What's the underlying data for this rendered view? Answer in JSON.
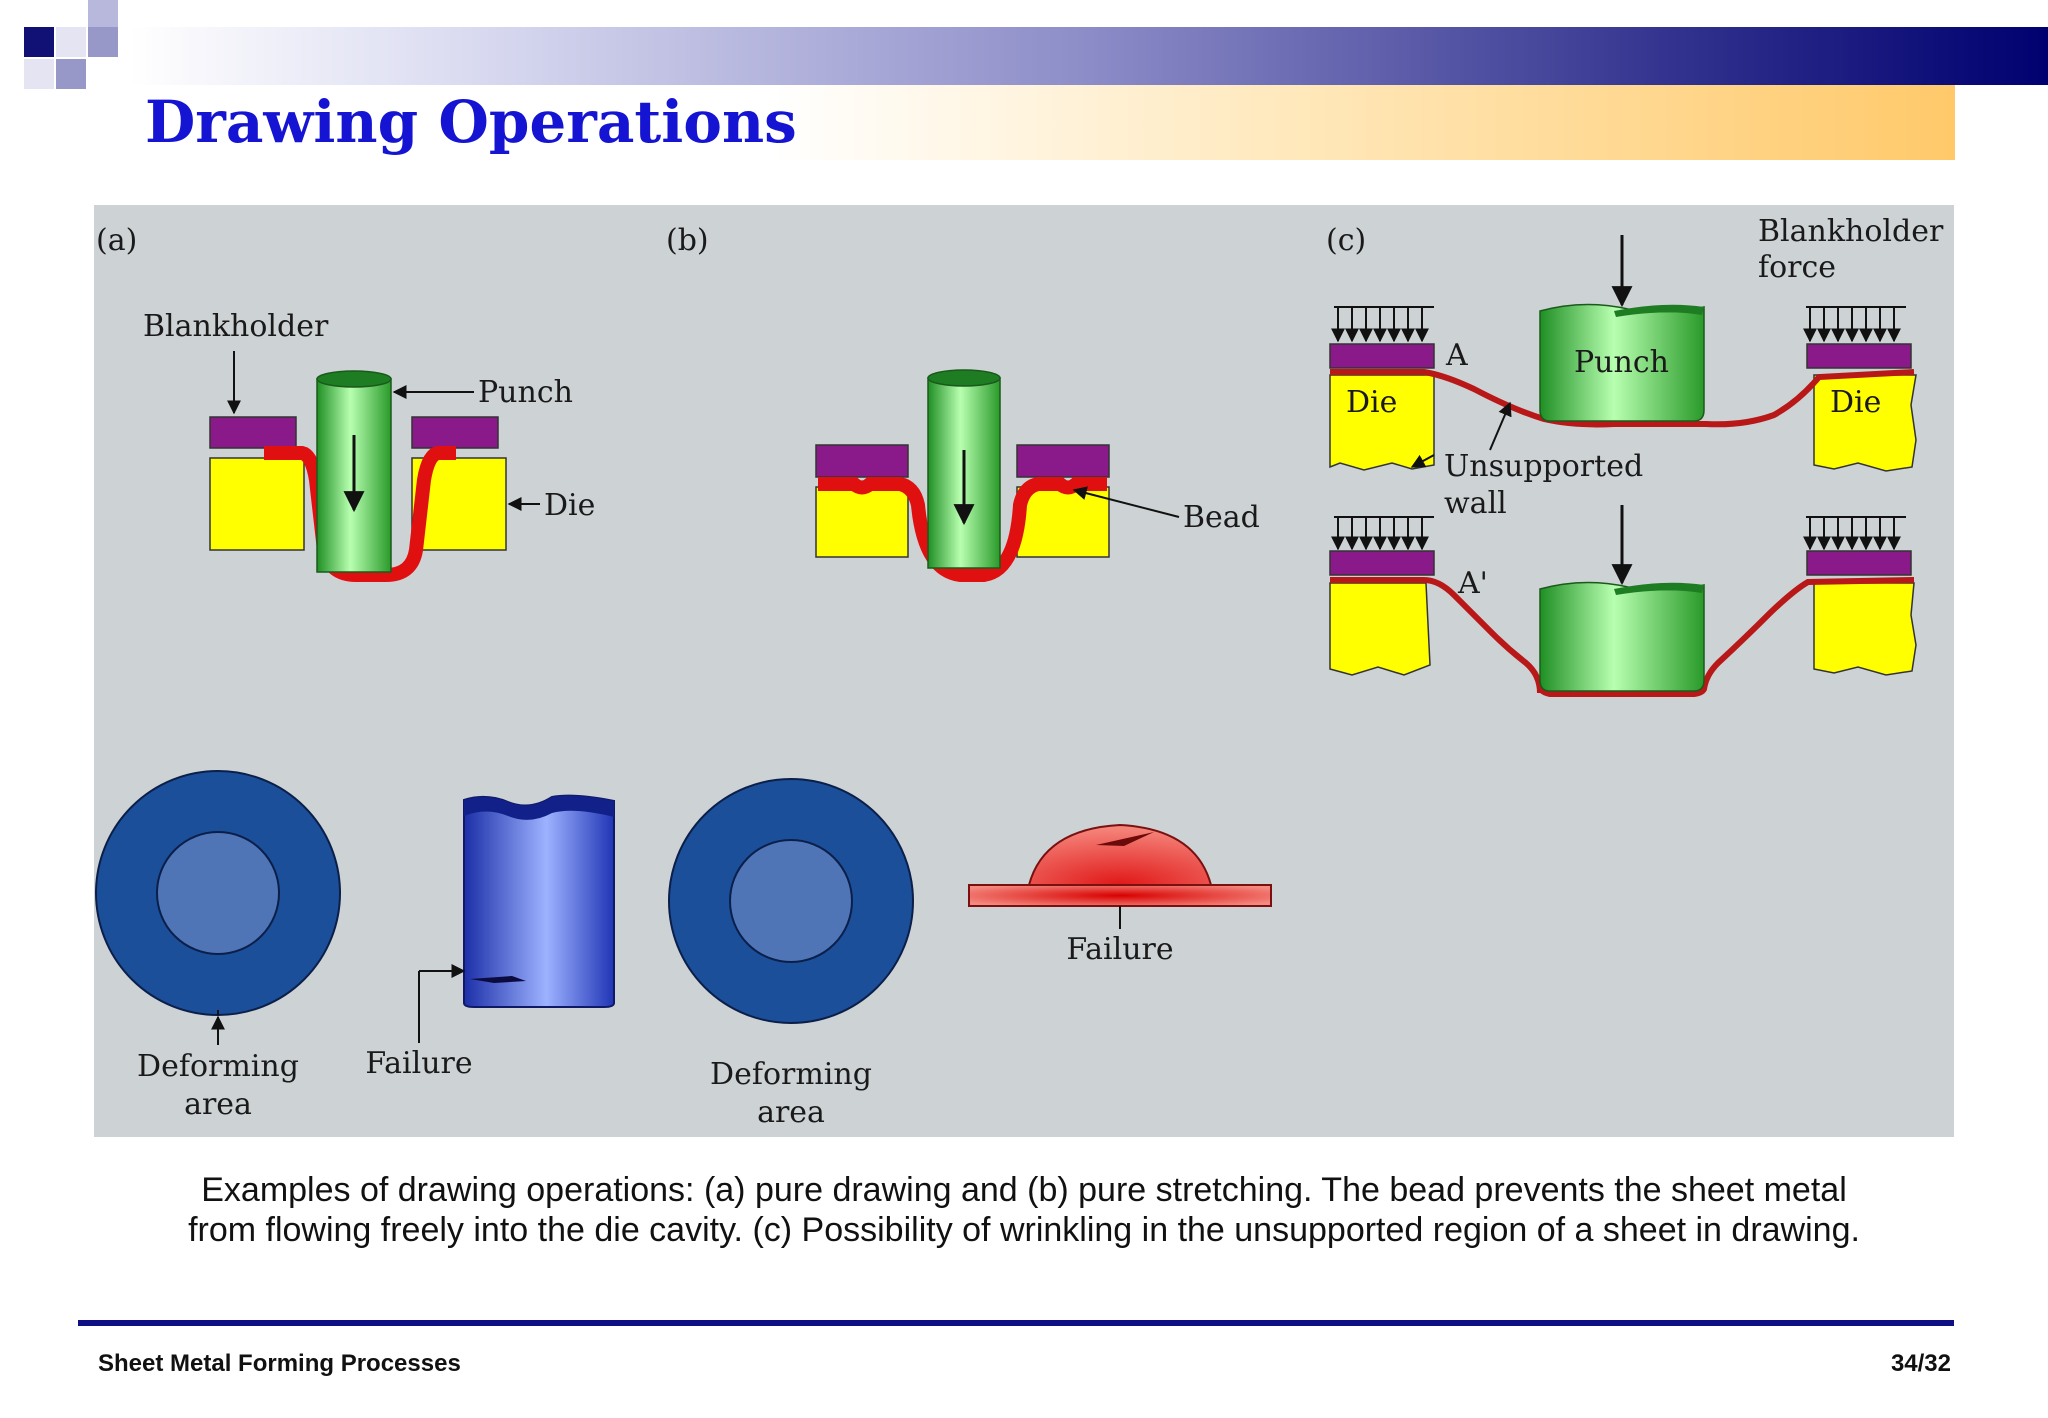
{
  "slide": {
    "title": "Drawing Operations",
    "caption_line1": "Examples of drawing operations: (a) pure drawing and (b) pure stretching. The bead prevents the sheet metal",
    "caption_line2": "from flowing freely into the die cavity. (c) Possibility of wrinkling in the unsupported region of a sheet in  drawing.",
    "footer_left": "Sheet Metal Forming Processes",
    "footer_right": "34/32"
  },
  "figure": {
    "panel_a": {
      "tag": "(a)",
      "blankholder": "Blankholder",
      "punch": "Punch",
      "die": "Die",
      "deforming_line1": "Deforming",
      "deforming_line2": "area",
      "failure": "Failure"
    },
    "panel_b": {
      "tag": "(b)",
      "bead": "Bead",
      "deforming_line1": "Deforming",
      "deforming_line2": "area",
      "failure": "Failure"
    },
    "panel_c": {
      "tag": "(c)",
      "force_line1": "Blankholder",
      "force_line2": "force",
      "point_a": "A",
      "point_a_prime": "A'",
      "punch": "Punch",
      "die_left": "Die",
      "die_right": "Die",
      "wall_line1": "Unsupported",
      "wall_line2": "wall"
    },
    "colors": {
      "background": "#cdd2d4",
      "die": "#ffff00",
      "blankholder": "#8a1a8a",
      "punch": "#3cb83c",
      "sheet": "#e01010",
      "cup": "#2a3fc0",
      "ring": "#1b4f9a"
    }
  }
}
